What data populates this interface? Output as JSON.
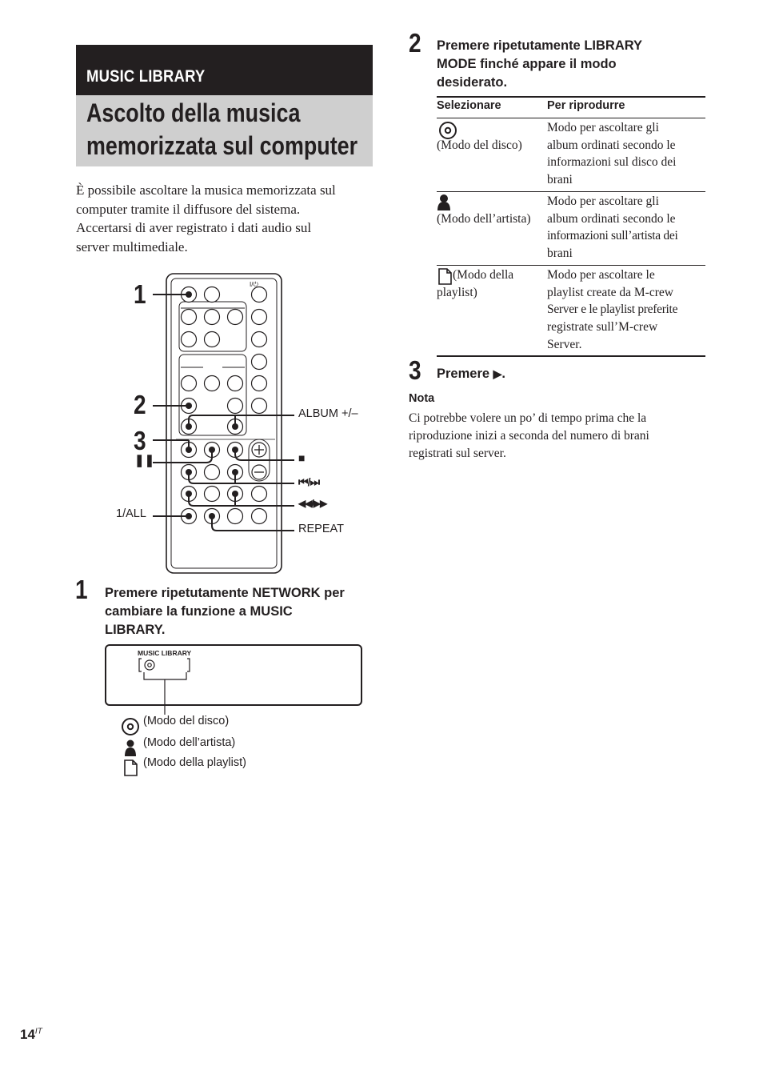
{
  "header": {
    "section_label": "MUSIC LIBRARY",
    "title_lines": [
      "Ascolto della musica",
      "memorizzata sul computer"
    ]
  },
  "intro_lines": [
    "È possibile ascoltare la musica memorizzata sul",
    "computer tramite il diffusore del sistema.",
    "Accertarsi di aver registrato i dati audio sul",
    "server multimediale."
  ],
  "figure": {
    "markers": [
      "1",
      "2",
      "3"
    ],
    "pause_symbol": "❚❚",
    "power_label": "I/⏻",
    "callouts": {
      "album": "ALBUM +/–",
      "stop": "■",
      "skip": "⏮/⏭",
      "scan": "◀◀/▶▶",
      "all": "1/ALL",
      "repeat": "REPEAT"
    }
  },
  "steps": [
    {
      "number": "1",
      "lines": [
        "Premere ripetutamente NETWORK per",
        "cambiare la funzione a MUSIC",
        "LIBRARY."
      ]
    },
    {
      "number": "2",
      "lines": [
        "Premere ripetutamente LIBRARY",
        "MODE finché appare il modo",
        "desiderato."
      ]
    },
    {
      "number": "3",
      "text": "Premere ",
      "play_symbol": "▶",
      "end": "."
    }
  ],
  "display": {
    "label": "MUSIC  LIBRARY",
    "legend": [
      "(Modo del disco)",
      "(Modo dell’artista)",
      "(Modo della playlist)"
    ]
  },
  "table": {
    "headers": [
      "Selezionare",
      "Per riprodurre"
    ],
    "rows": [
      {
        "icon": "disc-icon",
        "select_lines": [
          "(Modo del disco)"
        ],
        "play_lines": [
          "Modo per ascoltare gli",
          "album ordinati secondo le",
          "informazioni sul disco dei",
          "brani"
        ]
      },
      {
        "icon": "artist-icon",
        "select_lines": [
          "(Modo dell’artista)"
        ],
        "play_lines": [
          "Modo per ascoltare gli",
          "album ordinati secondo le",
          "informazioni sull’artista dei",
          "brani"
        ]
      },
      {
        "icon": "playlist-icon",
        "select_lines": [
          " (Modo della",
          "playlist)"
        ],
        "play_lines": [
          "Modo per ascoltare le",
          "playlist create da M-crew",
          "Server e le playlist preferite",
          "registrate sull’M-crew",
          "Server."
        ]
      }
    ]
  },
  "nota": {
    "heading": "Nota",
    "lines": [
      "Ci potrebbe volere un po’ di tempo prima che la",
      "riproduzione inizi a seconda del numero di brani",
      "registrati sul server."
    ]
  },
  "page": {
    "number": "14",
    "suffix": "IT"
  }
}
